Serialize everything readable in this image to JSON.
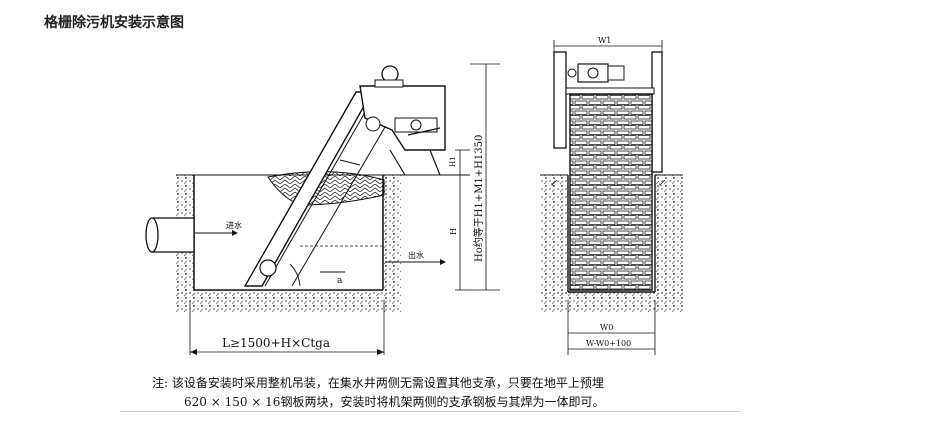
{
  "page_title": "格栅除污机安装示意图",
  "left_view": {
    "label_inlet": "进水",
    "label_outlet": "出水",
    "label_h1": "H1",
    "label_h": "H",
    "label_vertical": "Ho约等于H1+M1+H1350",
    "label_bottom": "L≥1500+H×Ctga",
    "label_angle": "a"
  },
  "right_view": {
    "label_w1": "W1",
    "label_w0": "W0",
    "label_w": "W-W0+100"
  },
  "note": {
    "line1": "注:  该设备安装时采用整机吊装，在集水井两侧无需设置其他支承，只要在地平上预埋",
    "line2": "620 × 150 × 16钢板两块，安装时将机架两侧的支承钢板与其焊为一体即可。"
  }
}
